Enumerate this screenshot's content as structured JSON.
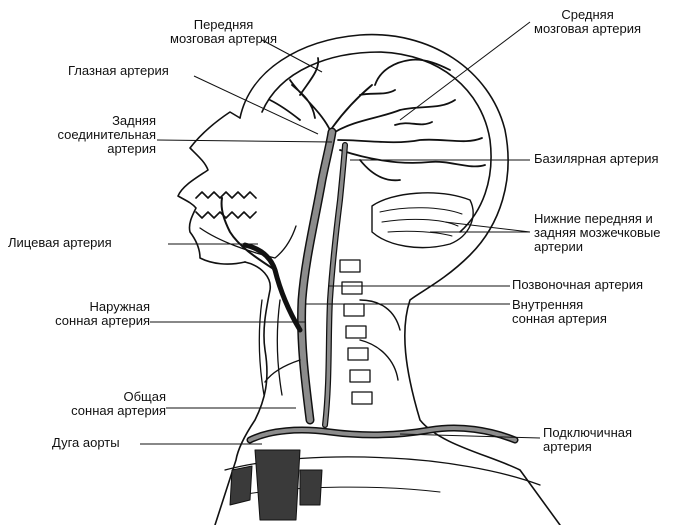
{
  "labels": {
    "anterior_cerebral": [
      "Передняя",
      "мозговая артерия"
    ],
    "ophthalmic": [
      "Глазная артерия"
    ],
    "posterior_communicating": [
      "Задняя",
      "соединительная",
      "артерия"
    ],
    "facial": [
      "Лицевая артерия"
    ],
    "external_carotid": [
      "Наружная",
      "сонная артерия"
    ],
    "common_carotid": [
      "Общая",
      "сонная артерия"
    ],
    "aortic_arch": [
      "Дуга аорты"
    ],
    "middle_cerebral": [
      "Средняя",
      "мозговая артерия"
    ],
    "basilar": [
      "Базилярная артерия"
    ],
    "cerebellar": [
      "Нижние передняя и",
      "задняя мозжечковые",
      "артерии"
    ],
    "vertebral": [
      "Позвоночная артерия"
    ],
    "internal_carotid": [
      "Внутренняя",
      "сонная артерия"
    ],
    "subclavian": [
      "Подключичная",
      "артерия"
    ]
  },
  "colors": {
    "ink": "#111111",
    "vessel_fill": "#8c8c8c",
    "shade": "#3a3a3a"
  }
}
